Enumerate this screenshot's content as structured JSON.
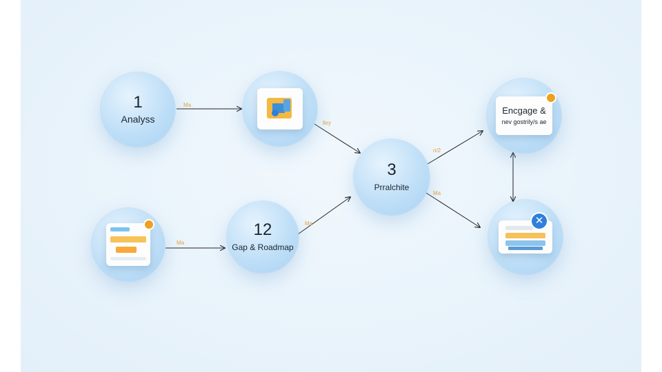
{
  "nodes": {
    "analysis": {
      "number": "1",
      "label": "Analyss"
    },
    "gap": {
      "number": "12",
      "label": "Gap & Roadmap"
    },
    "practice": {
      "number": "3",
      "label": "Prralchite"
    },
    "engage": {
      "line1": "Encgage &",
      "line2": "nev gostrily/s ae"
    }
  },
  "edge_labels": {
    "analysis_to_tools": "Ma",
    "tools_to_practice": "lley",
    "form_to_gap": "Ma",
    "gap_to_practice": "Ma",
    "practice_to_engage": "n/2",
    "practice_to_platform": "Ma"
  },
  "icons": {
    "tools_card": "puzzle-icon",
    "form_card": "form-list-icon",
    "platform_card": "platform-stack-icon",
    "close_badge": "close-icon"
  },
  "colors": {
    "node_fill": "#bfdff7",
    "arrow": "#222222",
    "label_accent": "#e0a040",
    "badge_orange": "#f0a020",
    "badge_blue": "#2f7fdc"
  }
}
